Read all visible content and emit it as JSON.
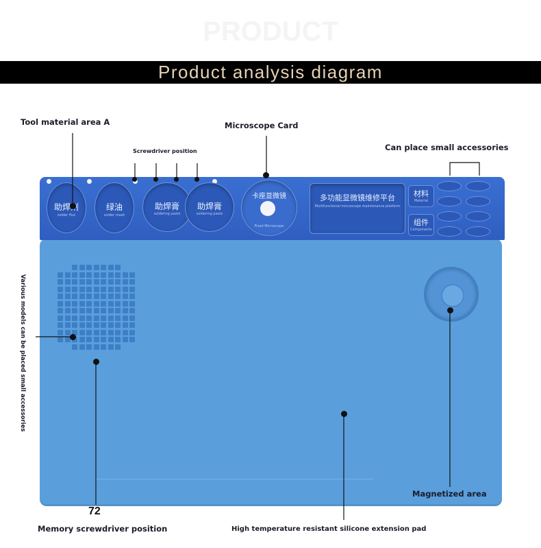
{
  "ghost_title": "PRODUCT",
  "banner_title": "Product analysis diagram",
  "labels": {
    "tool_material_area": "Tool material area A",
    "microscope_card": "Microscope Card",
    "screwdriver_position": "Screwdriver position",
    "small_accessories": "Can place small accessories",
    "various_models": "Various models can be placed small accessories",
    "magnetized_area": "Magnetized area",
    "memory_screwdriver": "Memory screwdriver position",
    "silicone_pad": "High temperature resistant silicone extension pad",
    "count": "72"
  },
  "tray": {
    "well1_title": "助焊剂",
    "well1_sub": "solder flux",
    "well2_title": "绿油",
    "well2_sub": "solder mask",
    "well3_title": "助焊膏",
    "well3_sub": "soldering paste",
    "well4_title": "助焊膏",
    "well4_sub": "soldering paste",
    "card_title": "卡座显微镜",
    "card_sub": "Fixed Microscope",
    "platform_title": "多功能显微镜维修平台",
    "platform_sub": "Multifunctional microscope maintenance platform",
    "material_title": "材料",
    "material_sub": "Material",
    "components_title": "组件",
    "components_sub": "Components"
  },
  "colors": {
    "tray": "#3064c8",
    "mat": "#5a9fdc",
    "banner": "#000000",
    "banner_text": "#e6d2b4"
  }
}
